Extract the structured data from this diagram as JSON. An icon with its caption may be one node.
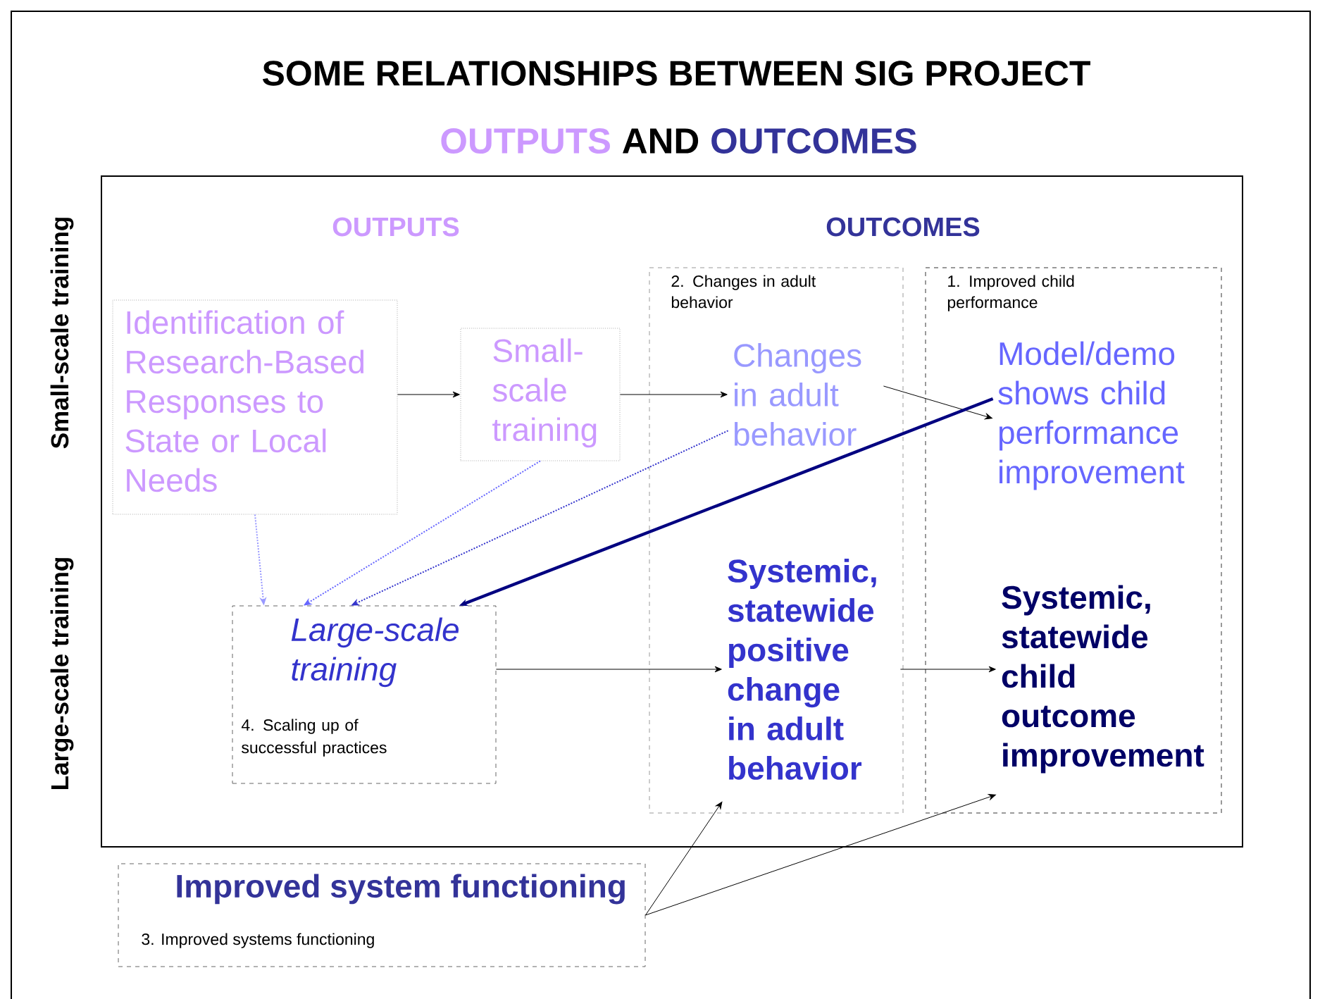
{
  "diagram": {
    "nodes": [
      {
        "text": [
          "Identification of Research-Based Responses to State or Local Needs"
        ]
      },
      {
        "text": [
          "Small-scale training"
        ]
      },
      {
        "text": [
          "2. Changes in adult behavior"
        ]
      },
      {
        "text": [
          "Changes in adult behavior"
        ],
        "in": 2
      },
      {
        "text": [
          "Systemic, statewide positive change in adult behavior"
        ],
        "in": 2
      },
      {
        "text": [
          "1. Improved child performance"
        ]
      },
      {
        "text": [
          "Model/demo shows child performance improvement"
        ],
        "in": 5
      },
      {
        "text": [
          "Systemic, statewide child outcome improvement"
        ],
        "in": 5
      },
      {
        "text": [
          "Large-scale training",
          "4. Scaling up of successful practices"
        ]
      },
      {
        "text": [
          "Improved system functioning",
          "3. Improved systems functioning"
        ]
      }
    ],
    "edges": [
      {
        "from": 0,
        "to": 1,
        "arrow": "to"
      },
      {
        "from": 1,
        "to": 3,
        "arrow": "to"
      },
      {
        "from": 3,
        "to": 6,
        "arrow": "to"
      },
      {
        "from": 0,
        "to": 8,
        "arrow": "to",
        "style": "dashed",
        "color": "#9999ff"
      },
      {
        "from": 1,
        "to": 8,
        "arrow": "to",
        "style": "dashed",
        "color": "#6666ff"
      },
      {
        "from": 3,
        "to": 8,
        "arrow": "to",
        "style": "dashed",
        "color": "#3333cc"
      },
      {
        "from": 6,
        "to": 8,
        "arrow": "to",
        "style": "thick",
        "color": "#000080"
      },
      {
        "from": 8,
        "to": 4,
        "arrow": "to"
      },
      {
        "from": 4,
        "to": 7,
        "arrow": "to"
      },
      {
        "from": 9,
        "to": 4,
        "arrow": "to"
      },
      {
        "from": 9,
        "to": 7,
        "arrow": "to"
      }
    ],
    "labels": [
      "SOME RELATIONSHIPS BETWEEN SIG PROJECT",
      "OUTPUTS",
      "AND",
      "OUTCOMES",
      "OUTPUTS",
      "OUTCOMES",
      "Small-scale training",
      "Large-scale training"
    ]
  }
}
